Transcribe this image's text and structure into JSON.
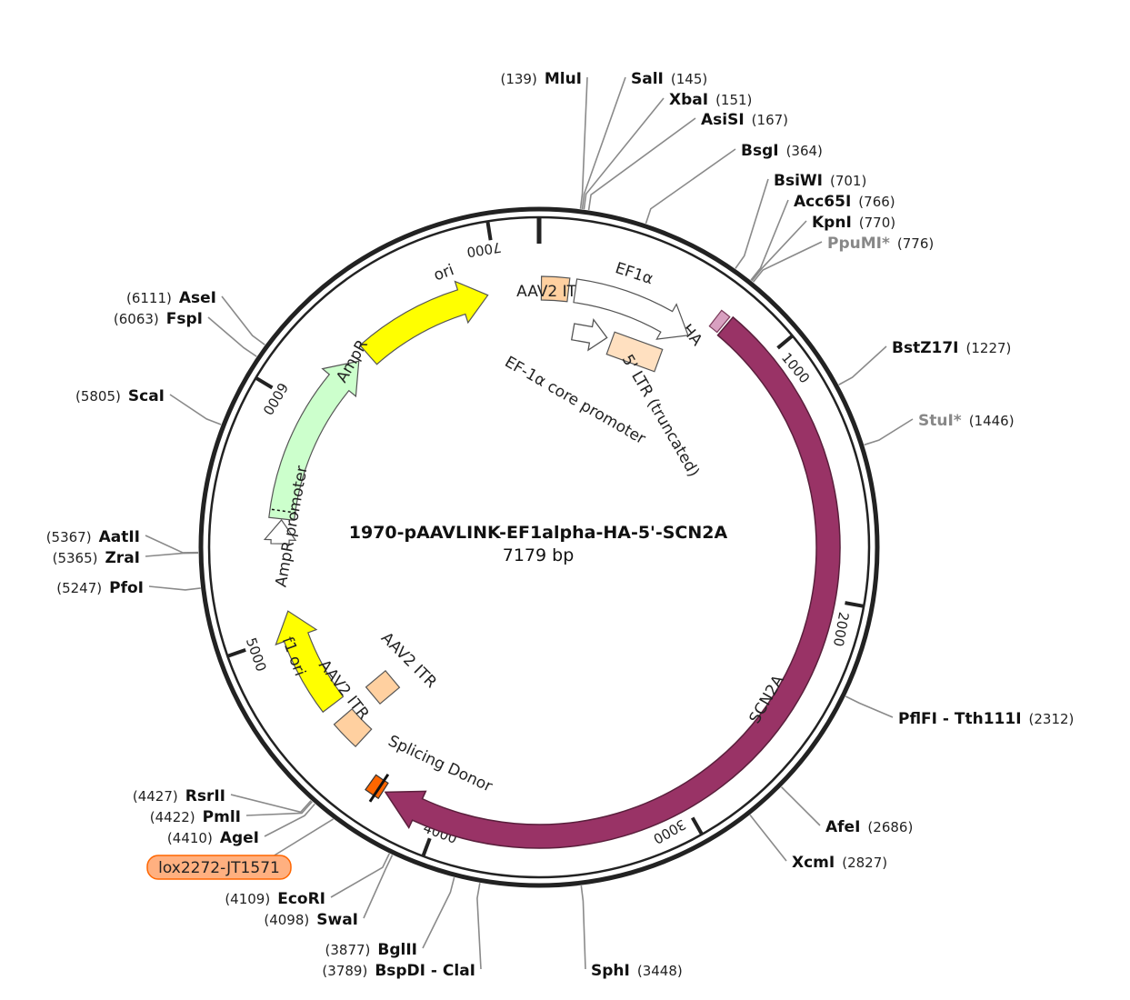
{
  "plasmid": {
    "name": "1970-pAAVLINK-EF1alpha-HA-5'-SCN2A",
    "size_label": "7179 bp",
    "total_bp": 7179
  },
  "colors": {
    "backbone": "#222222",
    "leader": "#8a8a8a",
    "ori": "#ffff00",
    "ampr": "#ccffcc",
    "itr": "#ffd0a0",
    "ltr": "#ffe0c0",
    "scn2a": "#993366",
    "ha": "#d8a0c0",
    "splice": "#ff6600",
    "lox_fill": "#ffb080",
    "lox_stroke": "#ff6600"
  },
  "ticks": [
    {
      "bp": 1000,
      "label": "1000"
    },
    {
      "bp": 2000,
      "label": "2000"
    },
    {
      "bp": 3000,
      "label": "3000"
    },
    {
      "bp": 4000,
      "label": "4000"
    },
    {
      "bp": 5000,
      "label": "5000"
    },
    {
      "bp": 6000,
      "label": "6000"
    },
    {
      "bp": 7000,
      "label": "7000"
    }
  ],
  "features": [
    {
      "id": "ori",
      "label": "ori",
      "type": "arrow",
      "start": 6350,
      "end": 6950,
      "ring": "inner",
      "dir": 1,
      "color": "ori"
    },
    {
      "id": "aav2-itr-top",
      "label": "AAV2 ITR",
      "type": "box",
      "start": 10,
      "end": 130,
      "ring": "inner",
      "color": "itr"
    },
    {
      "id": "ef1a",
      "label": "EF1α",
      "type": "open-arrow",
      "start": 160,
      "end": 700,
      "ring": "inner",
      "dir": 1
    },
    {
      "id": "ha",
      "label": "HA",
      "type": "box",
      "start": 750,
      "end": 790,
      "ring": "outer",
      "color": "ha"
    },
    {
      "id": "scn2a",
      "label": "SCN2A",
      "type": "arrow",
      "start": 800,
      "end": 4230,
      "ring": "outer",
      "dir": 1,
      "color": "scn2a"
    },
    {
      "id": "splicing-donor",
      "label": "Splicing Donor",
      "type": "box",
      "start": 4240,
      "end": 4300,
      "ring": "outer",
      "color": "splice"
    },
    {
      "id": "aav2-itr-low",
      "label": "AAV2 ITR",
      "type": "box",
      "start": 4440,
      "end": 4570,
      "ring": "inner",
      "color": "itr"
    },
    {
      "id": "aav2-itr-mid",
      "label": "AAV2 ITR",
      "type": "box",
      "start": 0,
      "end": 0,
      "color": "itr"
    },
    {
      "id": "f1-ori",
      "label": "f1 ori",
      "type": "arrow",
      "start": 4640,
      "end": 5100,
      "ring": "inner",
      "dir": 1,
      "color": "ori"
    },
    {
      "id": "ampr-promoter",
      "label": "AmpR promoter",
      "type": "open-arrow",
      "start": 5400,
      "end": 5505,
      "ring": "inner",
      "dir": 1
    },
    {
      "id": "ampr",
      "label": "AmpR",
      "type": "arrow",
      "start": 5510,
      "end": 6300,
      "ring": "inner",
      "dir": 1,
      "color": "ampr"
    },
    {
      "id": "ef1a-core",
      "label": "EF-1α core promoter",
      "type": "open-arrow",
      "start": 0,
      "end": 0,
      "dir": 1
    },
    {
      "id": "ltr",
      "label": "5' LTR (truncated)",
      "type": "box",
      "start": 0,
      "end": 0,
      "color": "ltr"
    }
  ],
  "sites": [
    {
      "name": "MluI",
      "pos": "(139)",
      "bp": 139,
      "grey": false
    },
    {
      "name": "SalI",
      "pos": "(145)",
      "bp": 145,
      "grey": false
    },
    {
      "name": "XbaI",
      "pos": "(151)",
      "bp": 151,
      "grey": false
    },
    {
      "name": "AsiSI",
      "pos": "(167)",
      "bp": 167,
      "grey": false
    },
    {
      "name": "BsgI",
      "pos": "(364)",
      "bp": 364,
      "grey": false
    },
    {
      "name": "BsiWI",
      "pos": "(701)",
      "bp": 701,
      "grey": false
    },
    {
      "name": "Acc65I",
      "pos": "(766)",
      "bp": 766,
      "grey": false
    },
    {
      "name": "KpnI",
      "pos": "(770)",
      "bp": 770,
      "grey": false
    },
    {
      "name": "PpuMI*",
      "pos": "(776)",
      "bp": 776,
      "grey": true
    },
    {
      "name": "BstZ17I",
      "pos": "(1227)",
      "bp": 1227,
      "grey": false
    },
    {
      "name": "StuI*",
      "pos": "(1446)",
      "bp": 1446,
      "grey": true
    },
    {
      "name": "PflFI - Tth111I",
      "pos": "(2312)",
      "bp": 2312,
      "grey": false
    },
    {
      "name": "AfeI",
      "pos": "(2686)",
      "bp": 2686,
      "grey": false
    },
    {
      "name": "XcmI",
      "pos": "(2827)",
      "bp": 2827,
      "grey": false
    },
    {
      "name": "SphI",
      "pos": "(3448)",
      "bp": 3448,
      "grey": false
    },
    {
      "name": "BspDI - ClaI",
      "pos": "(3789)",
      "bp": 3789,
      "grey": false
    },
    {
      "name": "BglII",
      "pos": "(3877)",
      "bp": 3877,
      "grey": false
    },
    {
      "name": "SwaI",
      "pos": "(4098)",
      "bp": 4098,
      "grey": false
    },
    {
      "name": "EcoRI",
      "pos": "(4109)",
      "bp": 4109,
      "grey": false
    },
    {
      "name": "AgeI",
      "pos": "(4410)",
      "bp": 4410,
      "grey": false
    },
    {
      "name": "PmlI",
      "pos": "(4422)",
      "bp": 4422,
      "grey": false
    },
    {
      "name": "RsrII",
      "pos": "(4427)",
      "bp": 4427,
      "grey": false
    },
    {
      "name": "PfoI",
      "pos": "(5247)",
      "bp": 5247,
      "grey": false
    },
    {
      "name": "ZraI",
      "pos": "(5365)",
      "bp": 5365,
      "grey": false
    },
    {
      "name": "AatII",
      "pos": "(5367)",
      "bp": 5367,
      "grey": false
    },
    {
      "name": "ScaI",
      "pos": "(5805)",
      "bp": 5805,
      "grey": false
    },
    {
      "name": "FspI",
      "pos": "(6063)",
      "bp": 6063,
      "grey": false
    },
    {
      "name": "AseI",
      "pos": "(6111)",
      "bp": 6111,
      "grey": false
    }
  ],
  "primer_tag": {
    "label": "lox2272-JT1571",
    "bp": 4330
  }
}
